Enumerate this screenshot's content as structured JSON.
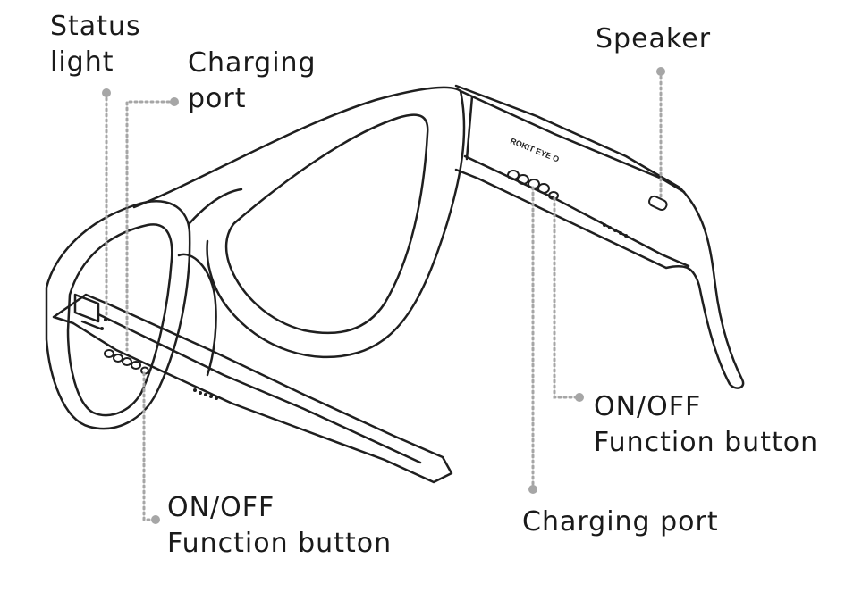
{
  "brand": "ROKIT EYE O",
  "labels": {
    "status_light": [
      "Status",
      "light"
    ],
    "charging_port_top": [
      "Charging",
      "port"
    ],
    "speaker": "Speaker",
    "onoff_right": [
      "ON/OFF",
      "Function button"
    ],
    "charging_port_bottom": "Charging port",
    "onoff_left": [
      "ON/OFF",
      "Function button"
    ]
  },
  "colors": {
    "outline": "#1f1f1f",
    "leader": "#a6a6a6",
    "text": "#1a1a1a"
  }
}
